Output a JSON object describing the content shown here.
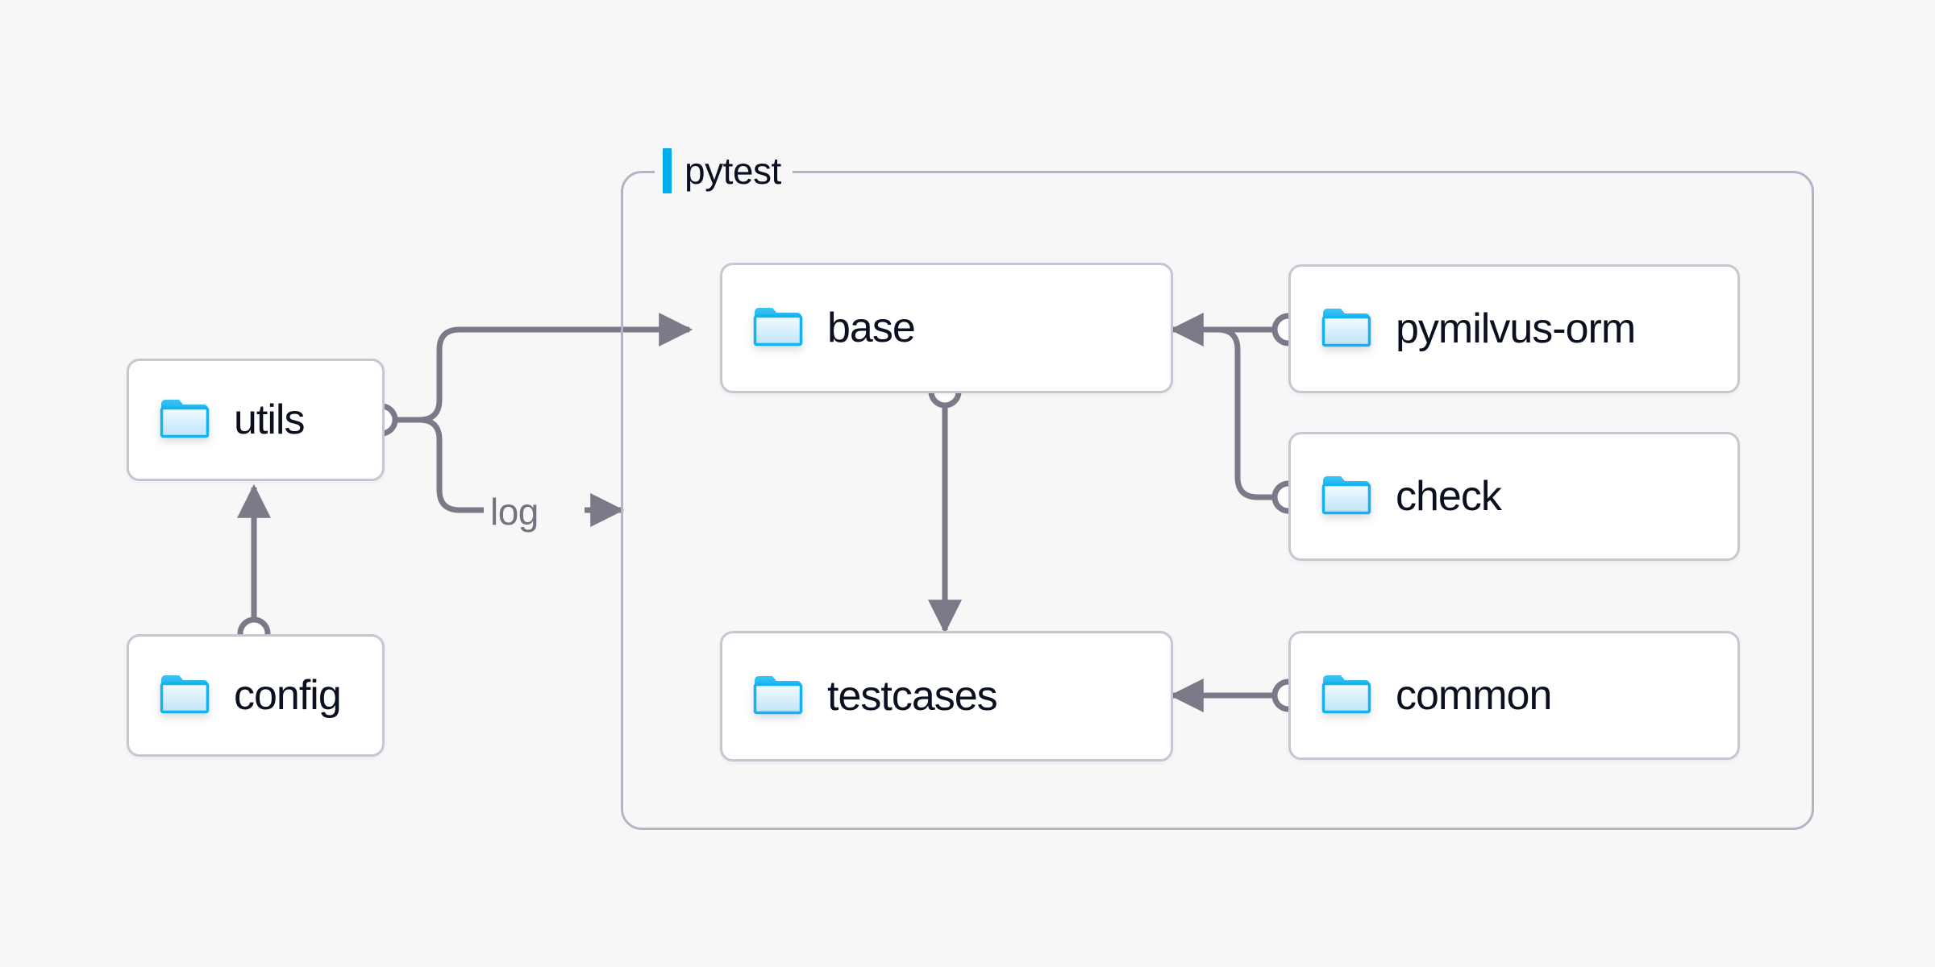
{
  "diagram": {
    "title_visible": false,
    "background_color": "#f7f7f8",
    "accent_color": "#00aeef",
    "edge_color": "#7b7a88",
    "node_border_color": "#c8c6d2",
    "group_border_color": "#b6b4c4",
    "text_color": "#0b1020"
  },
  "group": {
    "label": "pytest",
    "icon": "accent-bar"
  },
  "nodes": [
    {
      "id": "utils",
      "label": "utils",
      "icon": "folder-icon"
    },
    {
      "id": "config",
      "label": "config",
      "icon": "folder-icon"
    },
    {
      "id": "base",
      "label": "base",
      "icon": "folder-icon"
    },
    {
      "id": "testcases",
      "label": "testcases",
      "icon": "folder-icon"
    },
    {
      "id": "pymilvus-orm",
      "label": "pymilvus-orm",
      "icon": "folder-icon"
    },
    {
      "id": "check",
      "label": "check",
      "icon": "folder-icon"
    },
    {
      "id": "common",
      "label": "common",
      "icon": "folder-icon"
    }
  ],
  "edges": [
    {
      "id": "config-utils",
      "from": "config",
      "to": "utils",
      "label": ""
    },
    {
      "id": "utils-base",
      "from": "utils",
      "to": "base",
      "label": ""
    },
    {
      "id": "utils-log",
      "from": "utils",
      "to": "pytest",
      "label": "log"
    },
    {
      "id": "base-testcases",
      "from": "base",
      "to": "testcases",
      "label": ""
    },
    {
      "id": "pymilvusorm-base",
      "from": "pymilvus-orm",
      "to": "base",
      "label": ""
    },
    {
      "id": "check-base",
      "from": "check",
      "to": "base",
      "label": ""
    },
    {
      "id": "common-testcases",
      "from": "common",
      "to": "testcases",
      "label": ""
    }
  ]
}
